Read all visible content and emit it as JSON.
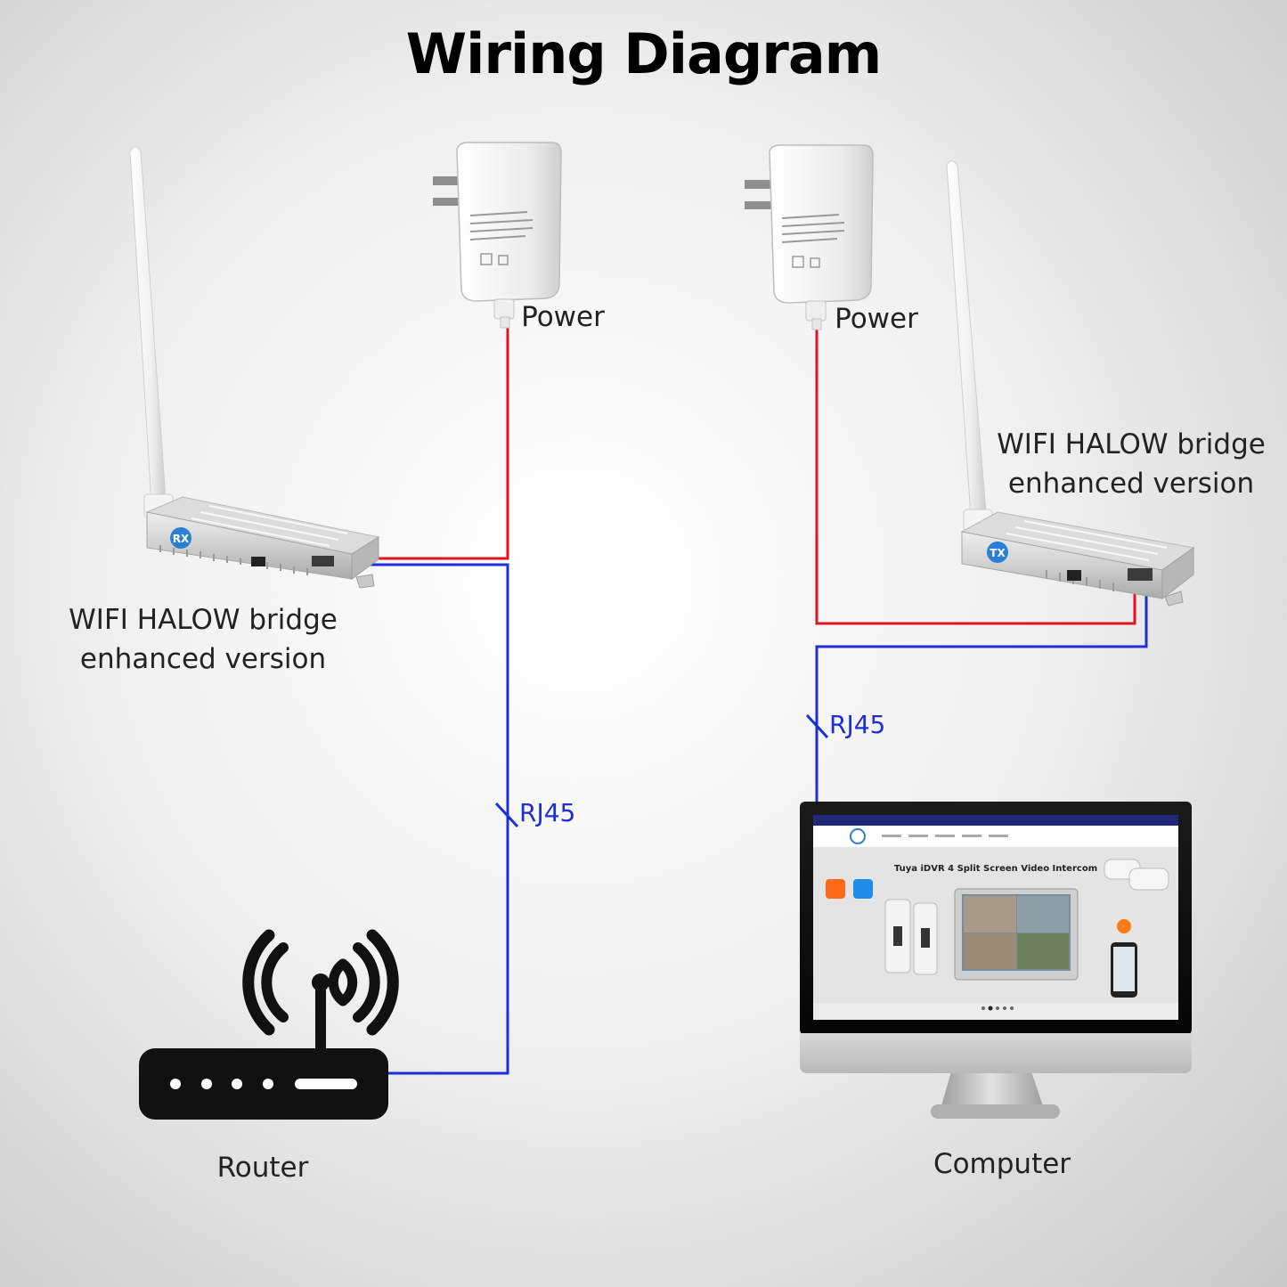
{
  "title": "Wiring Diagram",
  "left": {
    "power_label": "Power",
    "bridge_label_line1": "WIFI HALOW bridge",
    "bridge_label_line2": "enhanced version",
    "bridge_badge": "RX",
    "cable_label": "RJ45",
    "router_label": "Router"
  },
  "right": {
    "power_label": "Power",
    "bridge_label_line1": "WIFI HALOW bridge",
    "bridge_label_line2": "enhanced version",
    "bridge_badge": "TX",
    "cable_label": "RJ45",
    "computer_label": "Computer",
    "screen_headline": "Tuya iDVR 4 Split Screen Video Intercom"
  },
  "colors": {
    "power_wire": "#e0141c",
    "network_wire": "#1f2fd6",
    "router_body": "#111111",
    "bridge_badge": "#2a7fd4"
  },
  "icons": [
    "power-adapter-icon",
    "wireless-bridge-icon",
    "antenna-icon",
    "router-icon",
    "wifi-signal-icon",
    "computer-monitor-icon"
  ]
}
